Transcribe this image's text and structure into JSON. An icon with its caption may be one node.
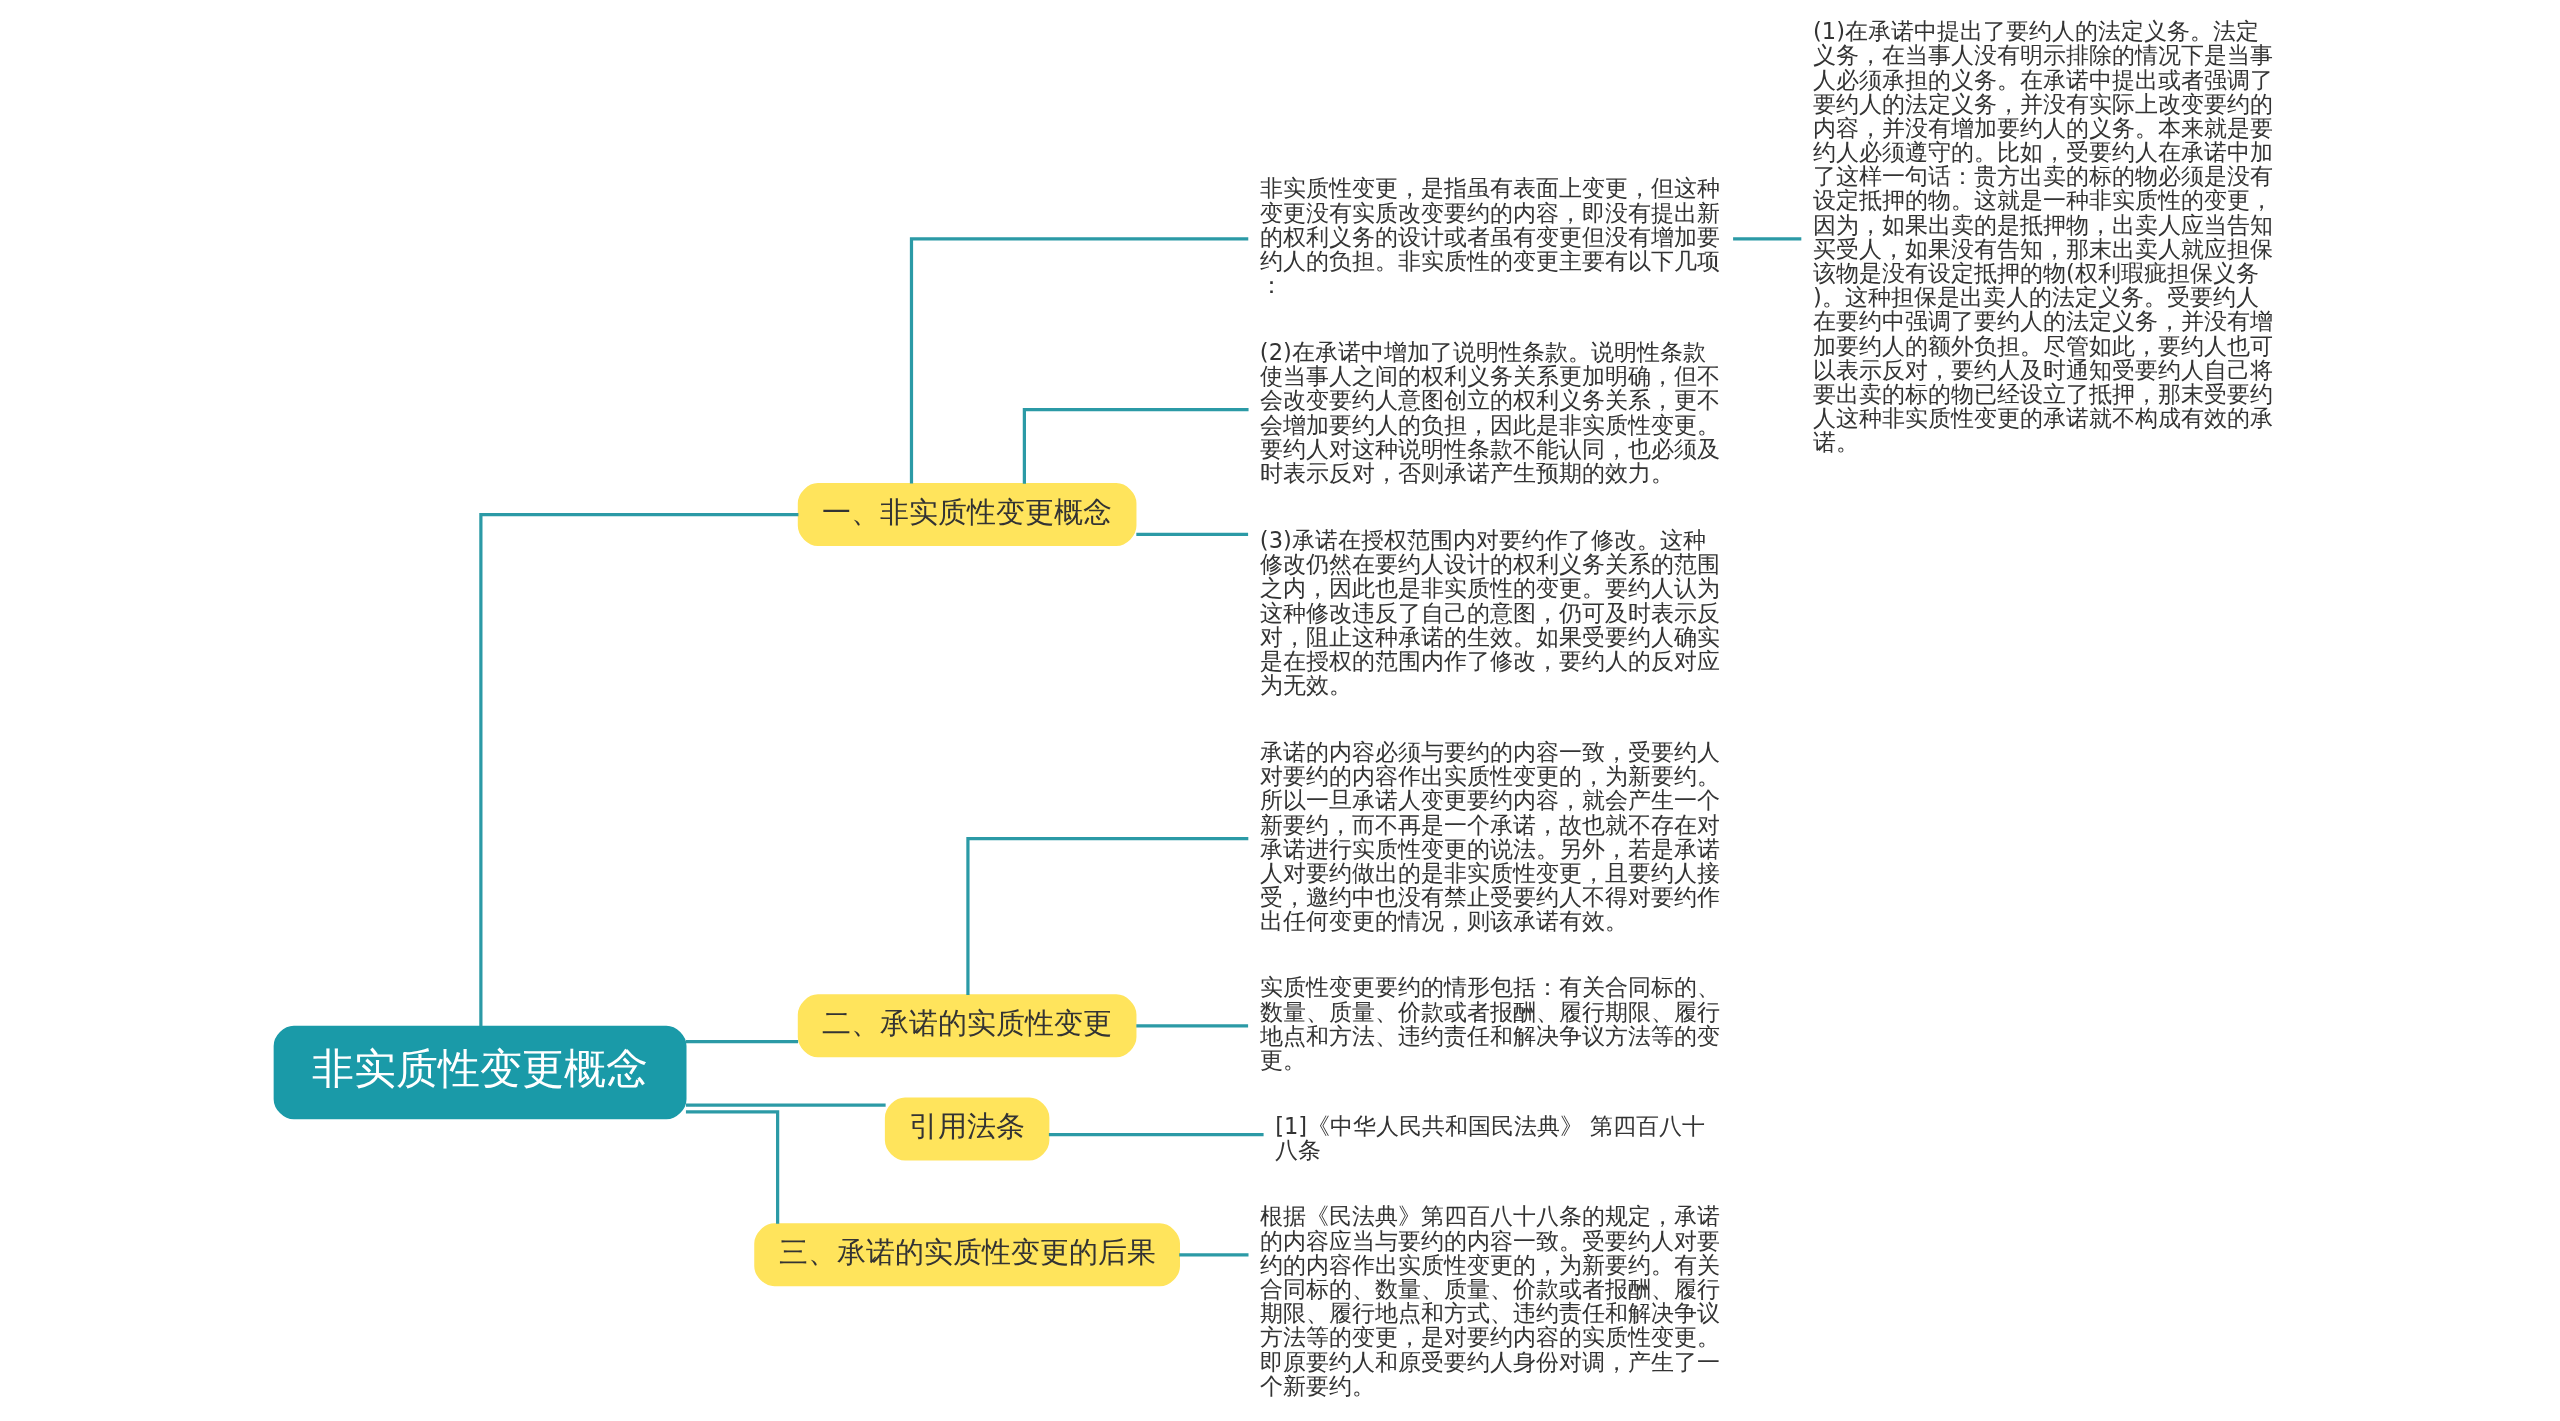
{
  "diagram": {
    "nodes": [
      {
        "text": [
          "非实质性变更概念"
        ]
      },
      {
        "text": [
          "一、非实质性变更概念"
        ]
      },
      {
        "text": [
          "非实质性变更，是指虽有表面上变更，但这种变更没有实质改变要约的内容，即没有提出新的权利义务的设计或者虽有变更但没有增加要约人的负担。非实质性的变更主要有以下几项："
        ]
      },
      {
        "text": [
          "(1)在承诺中提出了要约人的法定义务。法定义务，在当事人没有明示排除的情况下是当事人必须承担的义务。在承诺中提出或者强调了要约人的法定义务，并没有实际上改变要约的内容，并没有增加要约人的义务。本来就是要约人必须遵守的。比如，受要约人在承诺中加了这样一句话：贵方出卖的标的物必须是没有设定抵押的物。这就是一种非实质性的变更，因为，如果出卖的是抵押物，出卖人应当告知买受人，如果没有告知，那末出卖人就应担保该物是没有设定抵押的物(权利瑕疵担保义务)。这种担保是出卖人的法定义务。受要约人在要约中强调了要约人的法定义务，并没有增加要约人的额外负担。尽管如此，要约人也可以表示反对，要约人及时通知受要约人自己将要出卖的标的物已经设立了抵押，那末受要约人这种非实质性变更的承诺就不构成有效的承诺。"
        ]
      },
      {
        "text": [
          "(2)在承诺中增加了说明性条款。说明性条款使当事人之间的权利义务关系更加明确，但不会改变要约人意图创立的权利义务关系，更不会增加要约人的负担，因此是非实质性变更。要约人对这种说明性条款不能认同，也必须及时表示反对，否则承诺产生预期的效力。"
        ]
      },
      {
        "text": [
          "(3)承诺在授权范围内对要约作了修改。这种修改仍然在要约人设计的权利义务关系的范围之内，因此也是非实质性的变更。要约人认为这种修改违反了自己的意图，仍可及时表示反对，阻止这种承诺的生效。如果受要约人确实是在授权的范围内作了修改，要约人的反对应为无效。"
        ]
      },
      {
        "text": [
          "二、承诺的实质性变更"
        ]
      },
      {
        "text": [
          "承诺的内容必须与要约的内容一致，受要约人对要约的内容作出实质性变更的，为新要约。所以一旦承诺人变更要约内容，就会产生一个新要约，而不再是一个承诺，故也就不存在对承诺进行实质性变更的说法。另外，若是承诺人对要约做出的是非实质性变更，且要约人接受，邀约中也没有禁止受要约人不得对要约作出任何变更的情况，则该承诺有效。"
        ]
      },
      {
        "text": [
          "实质性变更要约的情形包括：有关合同标的、数量、质量、价款或者报酬、履行期限、履行地点和方法、违约责任和解决争议方法等的变更。"
        ]
      },
      {
        "text": [
          "引用法条"
        ]
      },
      {
        "text": [
          "[1]《中华人民共和国民法典》 第四百八十八条"
        ]
      },
      {
        "text": [
          "三、承诺的实质性变更的后果"
        ]
      },
      {
        "text": [
          "根据《民法典》第四百八十八条的规定，承诺的内容应当与要约的内容一致。受要约人对要约的内容作出实质性变更的，为新要约。有关合同标的、数量、质量、价款或者报酬、履行期限、履行地点和方式、违约责任和解决争议方法等的变更，是对要约内容的实质性变更。即原要约人和原受要约人身份对调，产生了一个新要约。"
        ]
      }
    ],
    "edges": [
      {
        "from": 0,
        "to": 1,
        "arrow": "none"
      },
      {
        "from": 1,
        "to": 2,
        "arrow": "none"
      },
      {
        "from": 2,
        "to": 3,
        "arrow": "none"
      },
      {
        "from": 1,
        "to": 4,
        "arrow": "none"
      },
      {
        "from": 1,
        "to": 5,
        "arrow": "none"
      },
      {
        "from": 0,
        "to": 6,
        "arrow": "none"
      },
      {
        "from": 6,
        "to": 7,
        "arrow": "none"
      },
      {
        "from": 6,
        "to": 8,
        "arrow": "none"
      },
      {
        "from": 0,
        "to": 9,
        "arrow": "none"
      },
      {
        "from": 9,
        "to": 10,
        "arrow": "none"
      },
      {
        "from": 0,
        "to": 11,
        "arrow": "none"
      },
      {
        "from": 11,
        "to": 12,
        "arrow": "none"
      }
    ]
  }
}
